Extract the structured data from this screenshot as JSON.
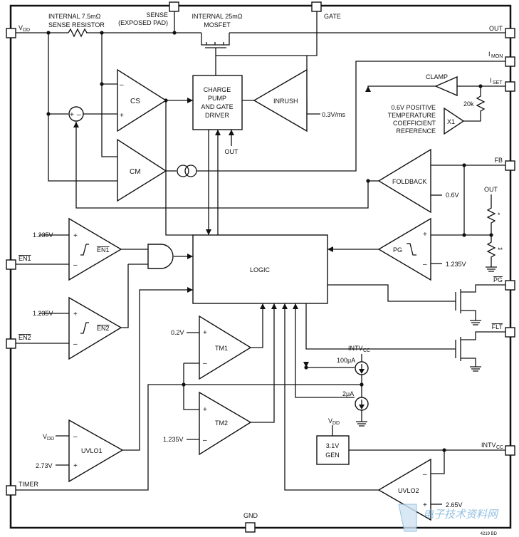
{
  "pins": {
    "vdd": "V",
    "vdd_sub": "DD",
    "sense": "SENSE",
    "sense_sub": "(EXPOSED PAD)",
    "gate": "GATE",
    "out": "OUT",
    "imon": "I",
    "imon_sub": "MON",
    "iset": "I",
    "iset_sub": "SET",
    "fb": "FB",
    "pg": "PG",
    "flt": "FLT",
    "en1": "EN1",
    "en2": "EN2",
    "intvcc": "INTV",
    "intvcc_sub": "CC",
    "timer": "TIMER",
    "gnd": "GND"
  },
  "labels": {
    "sense_resistor_line1": "INTERNAL 7.5mΩ",
    "sense_resistor_line2": "SENSE RESISTOR",
    "mosfet_line1": "INTERNAL 25mΩ",
    "mosfet_line2": "MOSFET",
    "charge_pump_line1": "CHARGE",
    "charge_pump_line2": "PUMP",
    "charge_pump_line3": "AND GATE",
    "charge_pump_line4": "DRIVER",
    "out_under_pump": "OUT",
    "inrush": "INRUSH",
    "ramp_rate": "0.3V/ms",
    "cs": "CS",
    "cm": "CM",
    "clamp": "CLAMP",
    "r20k": "20k",
    "x1": "X1",
    "tempco_line1": "0.6V POSITIVE",
    "tempco_line2": "TEMPERATURE",
    "tempco_line3": "COEFFICIENT",
    "tempco_line4": "REFERENCE",
    "foldback": "FOLDBACK",
    "foldback_ref": "0.6V",
    "out_divider": "OUT",
    "divider_star1": "*",
    "divider_star2": "**",
    "pg_comp": "PG",
    "pg_ref": "1.235V",
    "logic": "LOGIC",
    "en1_ref": "1.235V",
    "en1_comp": "EN1",
    "en2_ref": "1.235V",
    "en2_comp": "EN2",
    "tm1": "TM1",
    "tm1_ref": "0.2V",
    "tm2": "TM2",
    "tm2_ref": "1.235V",
    "uvlo1": "UVLO1",
    "uvlo1_vdd": "V",
    "uvlo1_vdd_sub": "DD",
    "uvlo1_ref": "2.73V",
    "intvcc_node": "INTV",
    "intvcc_node_sub": "CC",
    "i100": "100μA",
    "i2": "2μA",
    "gen_vdd": "V",
    "gen_vdd_sub": "DD",
    "gen_line1": "3.1V",
    "gen_line2": "GEN",
    "uvlo2": "UVLO2",
    "uvlo2_ref": "2.65V",
    "plus": "+",
    "minus": "–",
    "figure_code": "4219 BD",
    "watermark": "电子技术资料网"
  }
}
